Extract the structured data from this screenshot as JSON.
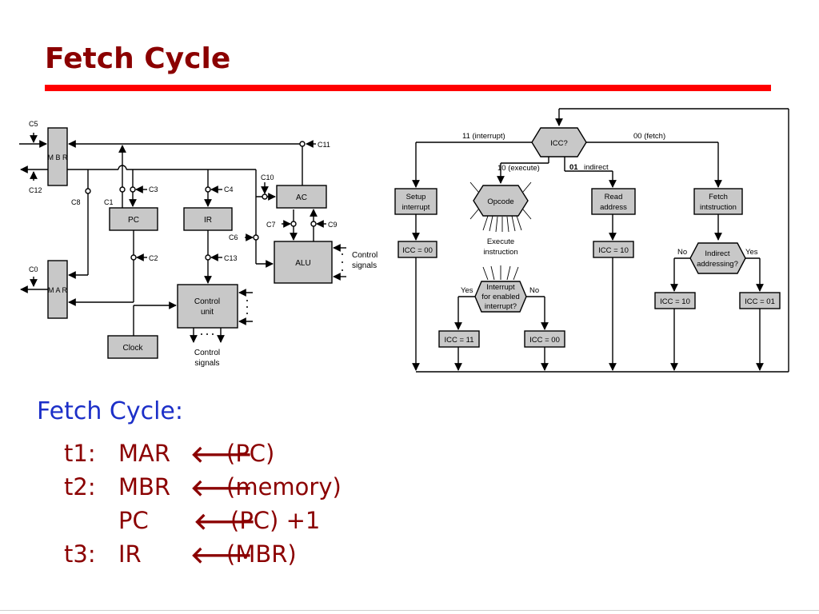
{
  "slide": {
    "title": "Fetch Cycle",
    "subtitle": "Fetch Cycle:",
    "steps": [
      {
        "time": "t1:",
        "dest": "MAR",
        "arrow": "🡐",
        "src": "(PC)"
      },
      {
        "time": "t2:",
        "dest": "MBR",
        "arrow": "🡐",
        "src": "(memory)"
      },
      {
        "time": "",
        "dest": "PC",
        "arrow": "🡐",
        "src": "(PC) +1"
      },
      {
        "time": "t3:",
        "dest": "IR",
        "arrow": "🡐",
        "src": "(MBR)"
      }
    ]
  },
  "datapath": {
    "mbr": "M B R",
    "mar": "M A R",
    "pc": "PC",
    "ir": "IR",
    "ac": "AC",
    "alu": "ALU",
    "control_unit": [
      "Control",
      "unit"
    ],
    "clock": "Clock",
    "control_signals_right": [
      "Control",
      "signals"
    ],
    "control_signals_bottom": [
      "Control",
      "signals"
    ],
    "signals": {
      "c0": "C0",
      "c1": "C1",
      "c2": "C2",
      "c3": "C3",
      "c4": "C4",
      "c5": "C5",
      "c6": "C6",
      "c7": "C7",
      "c8": "C8",
      "c9": "C9",
      "c10": "C10",
      "c11": "C11",
      "c12": "C12",
      "c13": "C13"
    }
  },
  "flowchart": {
    "icc": "ICC?",
    "branch_interrupt": "11 (interrupt)",
    "branch_fetch": "00 (fetch)",
    "branch_execute": "10 (execute)",
    "branch_indirect_num": "01",
    "branch_indirect": "indirect",
    "setup_interrupt": [
      "Setup",
      "interrupt"
    ],
    "opcode": "Opcode",
    "execute_instruction": [
      "Execute",
      "instruction"
    ],
    "read_address": [
      "Read",
      "address"
    ],
    "fetch_instruction": [
      "Fetch",
      "intstruction"
    ],
    "icc_00_a": "ICC = 00",
    "icc_10_a": "ICC = 10",
    "indirect_addressing": [
      "Indirect",
      "addressing?"
    ],
    "no": "No",
    "yes": "Yes",
    "interrupt_decision": [
      "Interrupt",
      "for enabled",
      "interrupt?"
    ],
    "icc_10_b": "ICC = 10",
    "icc_01": "ICC = 01",
    "icc_11": "ICC = 11",
    "icc_00_b": "ICC = 00"
  }
}
